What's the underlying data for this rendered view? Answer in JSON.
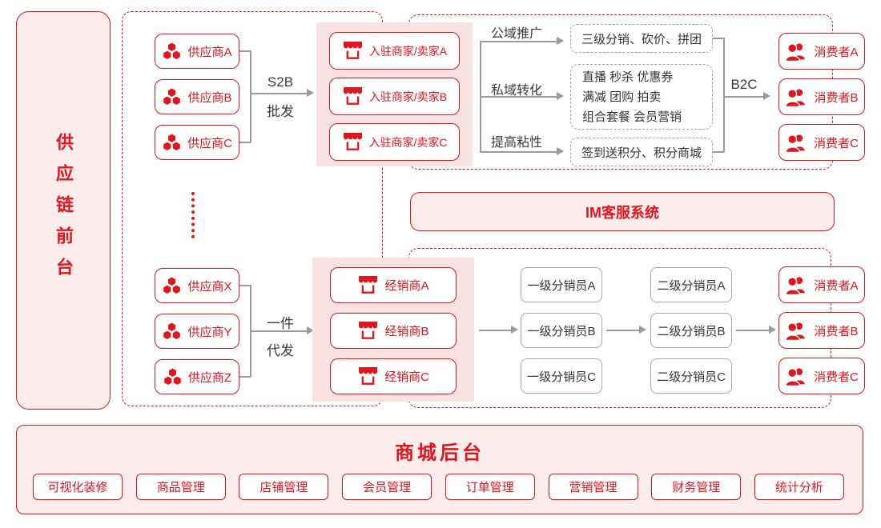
{
  "colors": {
    "brand_red": "#e0151d",
    "panel_pink": "#fdecec",
    "panel_pink_deep": "#f9e2e2",
    "line_gray": "#9a9a9a"
  },
  "sidebar": {
    "title": "供应链前台"
  },
  "top_flow": {
    "suppliers": [
      "供应商A",
      "供应商B",
      "供应商C"
    ],
    "s2b_arrow": {
      "line1": "S2B",
      "line2": "批发"
    },
    "merchants": [
      "入驻商家/卖家A",
      "入驻商家/卖家B",
      "入驻商家/卖家C"
    ],
    "branch_labels": [
      "公域推广",
      "私域转化",
      "提高粘性"
    ],
    "branch_boxes": {
      "public": "三级分销、砍价、拼团",
      "private_lines": [
        "直播 秒杀 优惠券",
        "满减 团购 拍卖",
        "组合套餐 会员营销"
      ],
      "sticky": "签到送积分、积分商城"
    },
    "b2c_label": "B2C",
    "consumers": [
      "消费者A",
      "消费者B",
      "消费者C"
    ]
  },
  "im_bar": {
    "title": "IM客服系统"
  },
  "bottom_flow": {
    "suppliers": [
      "供应商X",
      "供应商Y",
      "供应商Z"
    ],
    "dropship_arrow": {
      "line1": "一件",
      "line2": "代发"
    },
    "dealers": [
      "经销商A",
      "经销商B",
      "经销商C"
    ],
    "level1_distributors": [
      "一级分销员A",
      "一级分销员B",
      "一级分销员C"
    ],
    "level2_distributors": [
      "二级分销员A",
      "二级分销员B",
      "二级分销员C"
    ],
    "consumers": [
      "消费者A",
      "消费者B",
      "消费者C"
    ]
  },
  "backend": {
    "title": "商城后台",
    "modules": [
      "可视化装修",
      "商品管理",
      "店铺管理",
      "会员管理",
      "订单管理",
      "营销管理",
      "财务管理",
      "统计分析"
    ]
  }
}
